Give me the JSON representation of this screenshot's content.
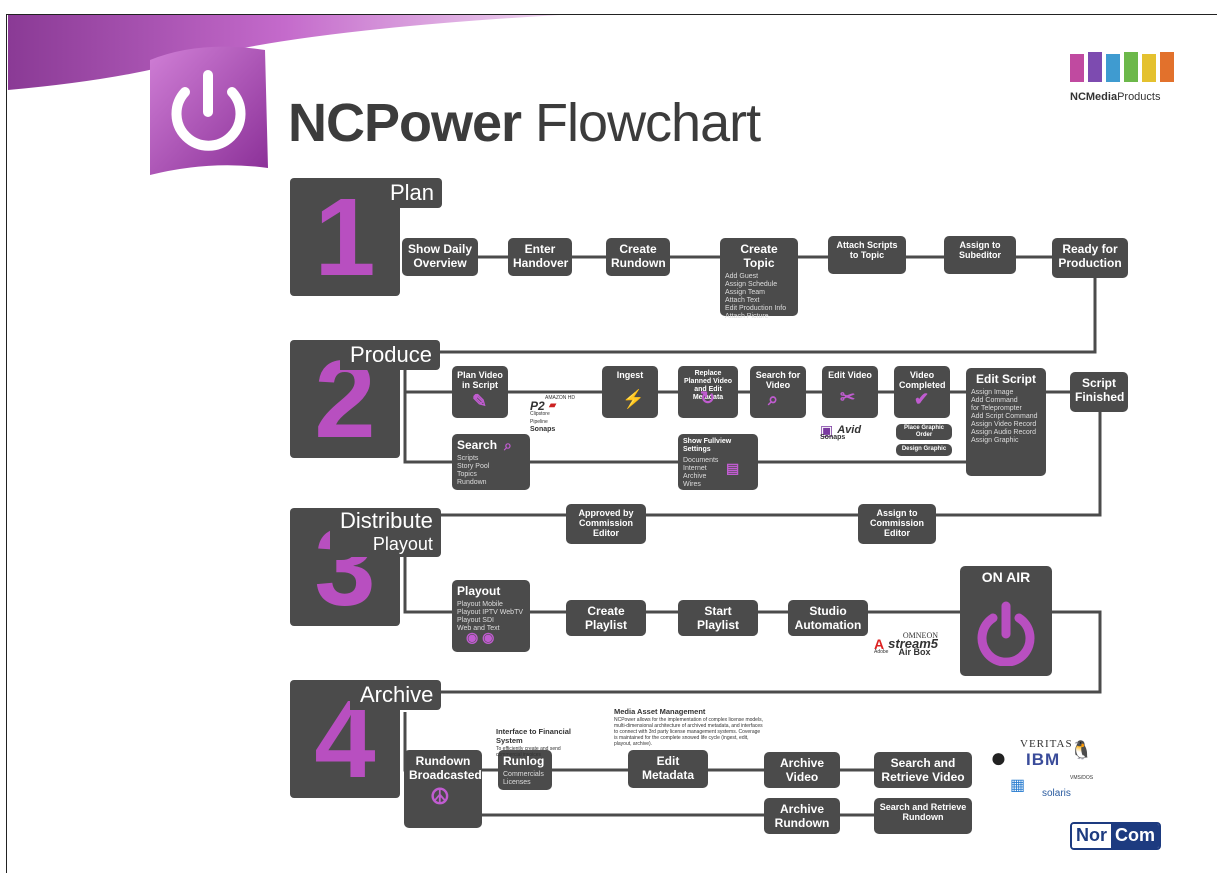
{
  "title": {
    "bold": "NCPower",
    "light": " Flowchart"
  },
  "brand": {
    "logo_left": "NCMedia",
    "logo_right": "Products"
  },
  "footer_logo": {
    "left": "Nor",
    "right": "Com"
  },
  "accent_color": "#b84fc0",
  "box_color": "#4b4b4b",
  "stages": [
    {
      "number": "1",
      "label": "Plan"
    },
    {
      "number": "2",
      "label": "Produce"
    },
    {
      "number": "3",
      "label": "Distribute",
      "sublabel": "Playout"
    },
    {
      "number": "4",
      "label": "Archive"
    }
  ],
  "plan": {
    "show_daily": "Show Daily Overview",
    "enter_handover": "Enter Handover",
    "create_rundown": "Create Rundown",
    "create_topic": "Create Topic",
    "create_topic_items": [
      "Add Guest",
      "Assign Schedule",
      "Assign Team",
      "Attach Text",
      "Edit Production Info",
      "Attach Picture"
    ],
    "attach_scripts": "Attach Scripts to Topic",
    "assign_subeditor": "Assign to Subeditor",
    "ready": "Ready for Production"
  },
  "produce": {
    "plan_video": "Plan Video in Script",
    "ingest": "Ingest",
    "replace_planned": "Replace Planned Video and Edit Metadata",
    "search_video": "Search for Video",
    "edit_video": "Edit Video",
    "video_completed": "Video Completed",
    "edit_script": "Edit Script",
    "edit_script_items": [
      "Assign Image",
      "Add Command",
      "for Teleprompter",
      "Add Script Command",
      "Assign Video Record",
      "Assign Audio Record",
      "Assign Graphic"
    ],
    "place_graphic": "Place Graphic Order",
    "design_graphic": "Design Graphic",
    "script_finished": "Script Finished",
    "search": "Search",
    "search_items": [
      "Scripts",
      "Story Pool",
      "Topics",
      "Rundown"
    ],
    "fullview": "Show Fullview Settings",
    "fullview_items": [
      "Documents",
      "Internet",
      "Archive",
      "Wires"
    ],
    "vendor_left": [
      "AMAZON HD",
      "P2",
      "Clipstore",
      "Pipeline",
      "Sonaps"
    ],
    "vendor_right": [
      "Avid",
      "Sonaps"
    ]
  },
  "distribute": {
    "approved": "Approved by Commission Editor",
    "assign_commission": "Assign to Commission Editor",
    "playout": "Playout",
    "playout_items": [
      "Playout Mobile",
      "Playout IPTV WebTV",
      "Playout SDI",
      "Web and Text"
    ],
    "create_playlist": "Create Playlist",
    "start_playlist": "Start Playlist",
    "studio_automation": "Studio Automation",
    "on_air": "ON AIR",
    "vendors": [
      "Adobe",
      "OMNEON",
      "stream5",
      "Air Box"
    ]
  },
  "archive": {
    "rundown_broadcasted": "Rundown Broadcasted",
    "runlog": "Runlog",
    "runlog_items": [
      "Commercials",
      "Licenses"
    ],
    "financial_title": "Interface to Financial System",
    "financial_text": "To efficiently create and send commercial invoices",
    "mam_title": "Media Asset Management",
    "mam_text": "NCPower allows for the implementation of complex license models, multi-dimensional architecture of archived metadata, and interfaces to connect with 3rd party license management systems. Coverage is maintained for the complete snowed life cycle (ingest, edit, playout, archive).",
    "edit_metadata": "Edit Metadata",
    "archive_video": "Archive Video",
    "search_video": "Search and Retrieve Video",
    "archive_rundown": "Archive Rundown",
    "search_rundown": "Search and Retrieve Rundown",
    "vendors": [
      "VERITAS",
      "IBM",
      "solaris",
      "VMS/DOS"
    ]
  }
}
